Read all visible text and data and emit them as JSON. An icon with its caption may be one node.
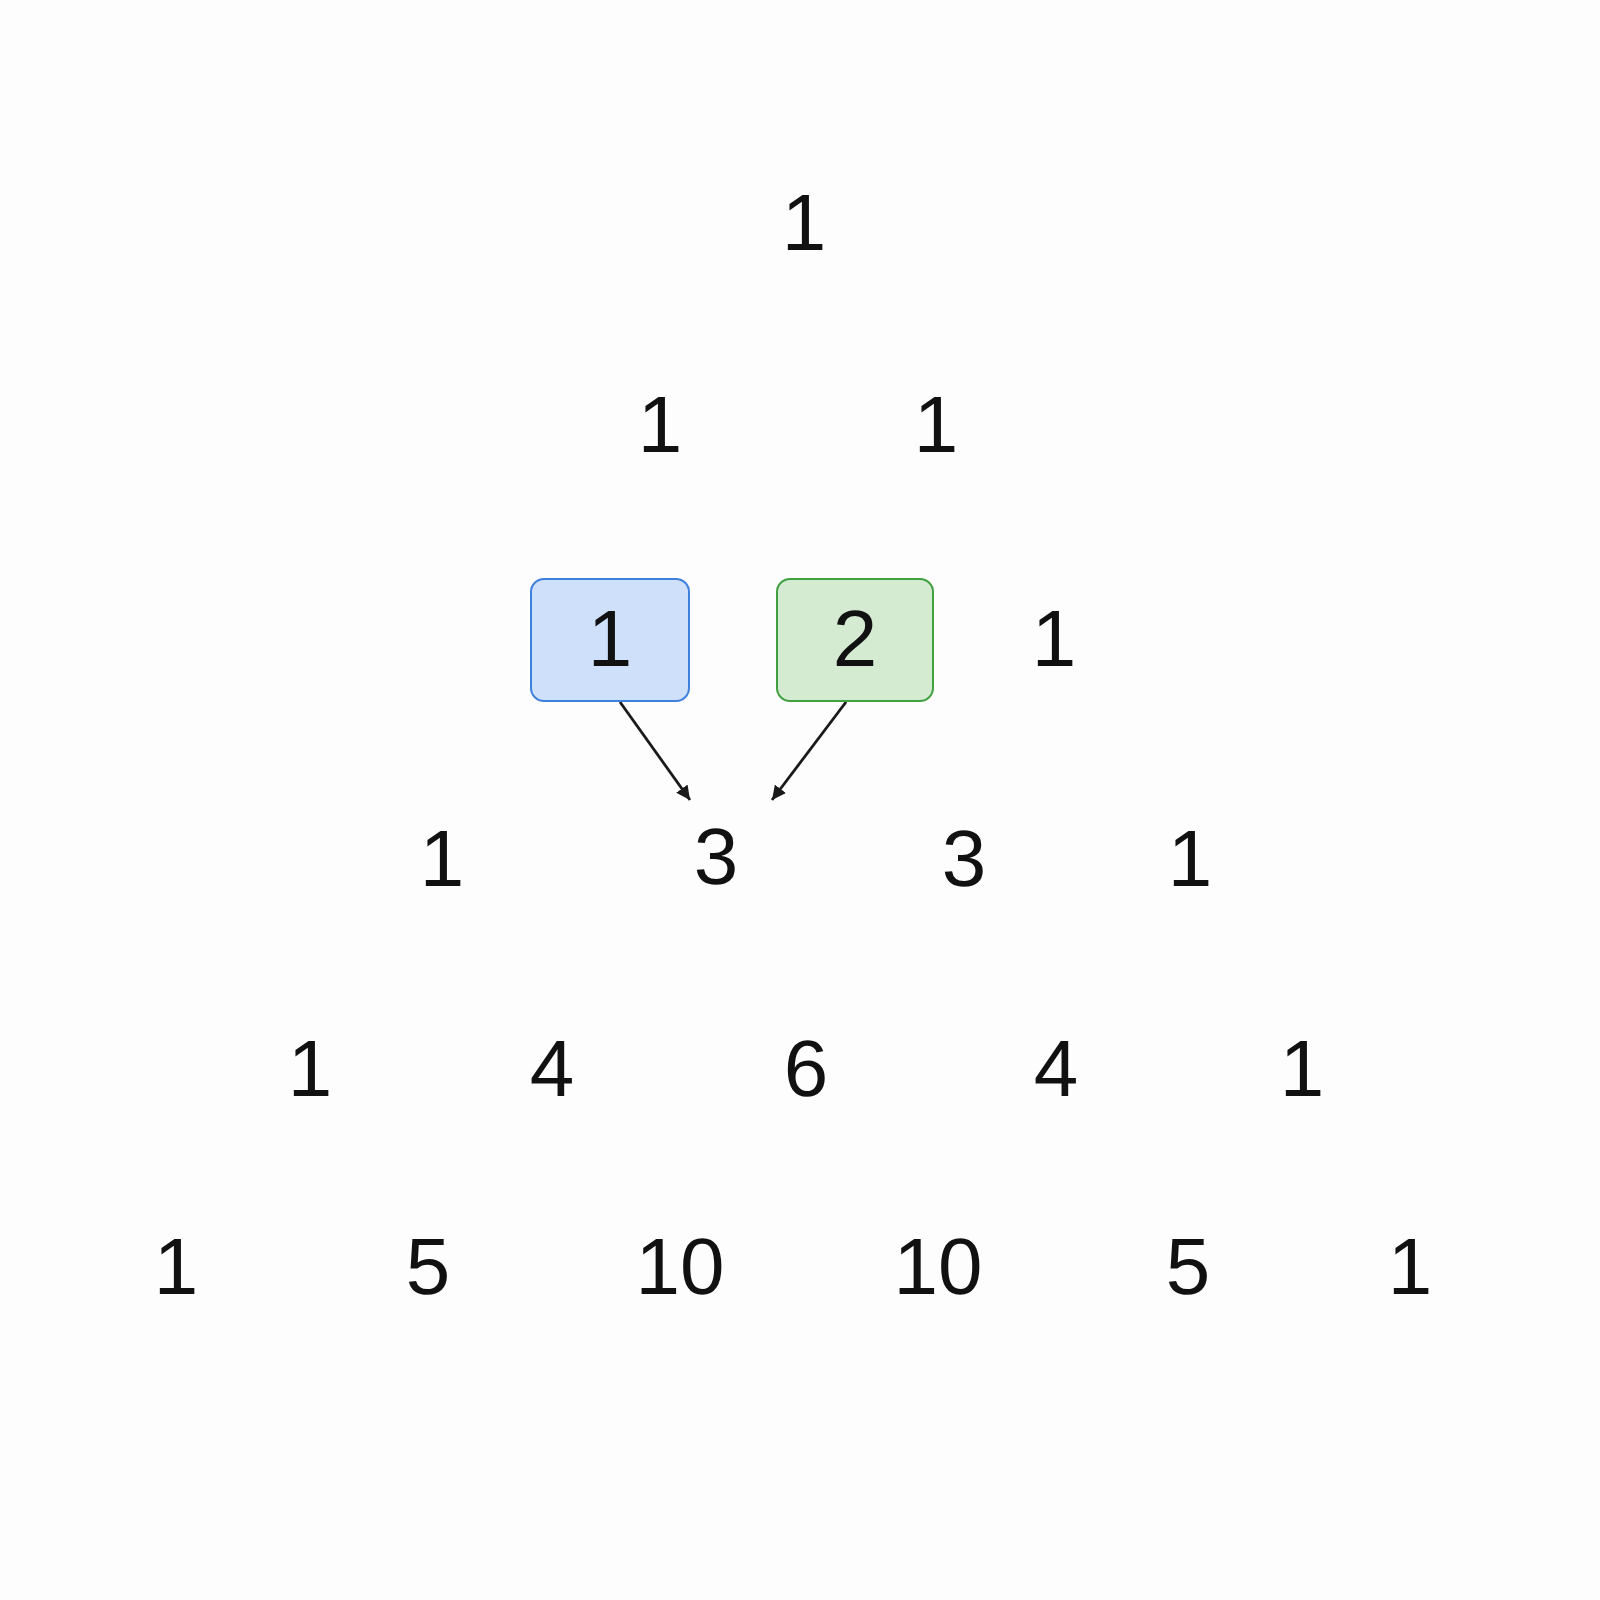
{
  "diagram": {
    "nodes": [
      {
        "text": [
          "1"
        ]
      },
      {
        "text": [
          "2"
        ]
      },
      {
        "text": [
          "3"
        ]
      }
    ],
    "edges": [
      {
        "from": 0,
        "to": 2,
        "arrow": "to"
      },
      {
        "from": 1,
        "to": 2,
        "arrow": "to"
      }
    ],
    "labels": [
      "1",
      "1",
      "1",
      "1",
      "1",
      "3",
      "1",
      "1",
      "4",
      "6",
      "4",
      "1",
      "1",
      "5",
      "10",
      "10",
      "5",
      "1"
    ]
  }
}
